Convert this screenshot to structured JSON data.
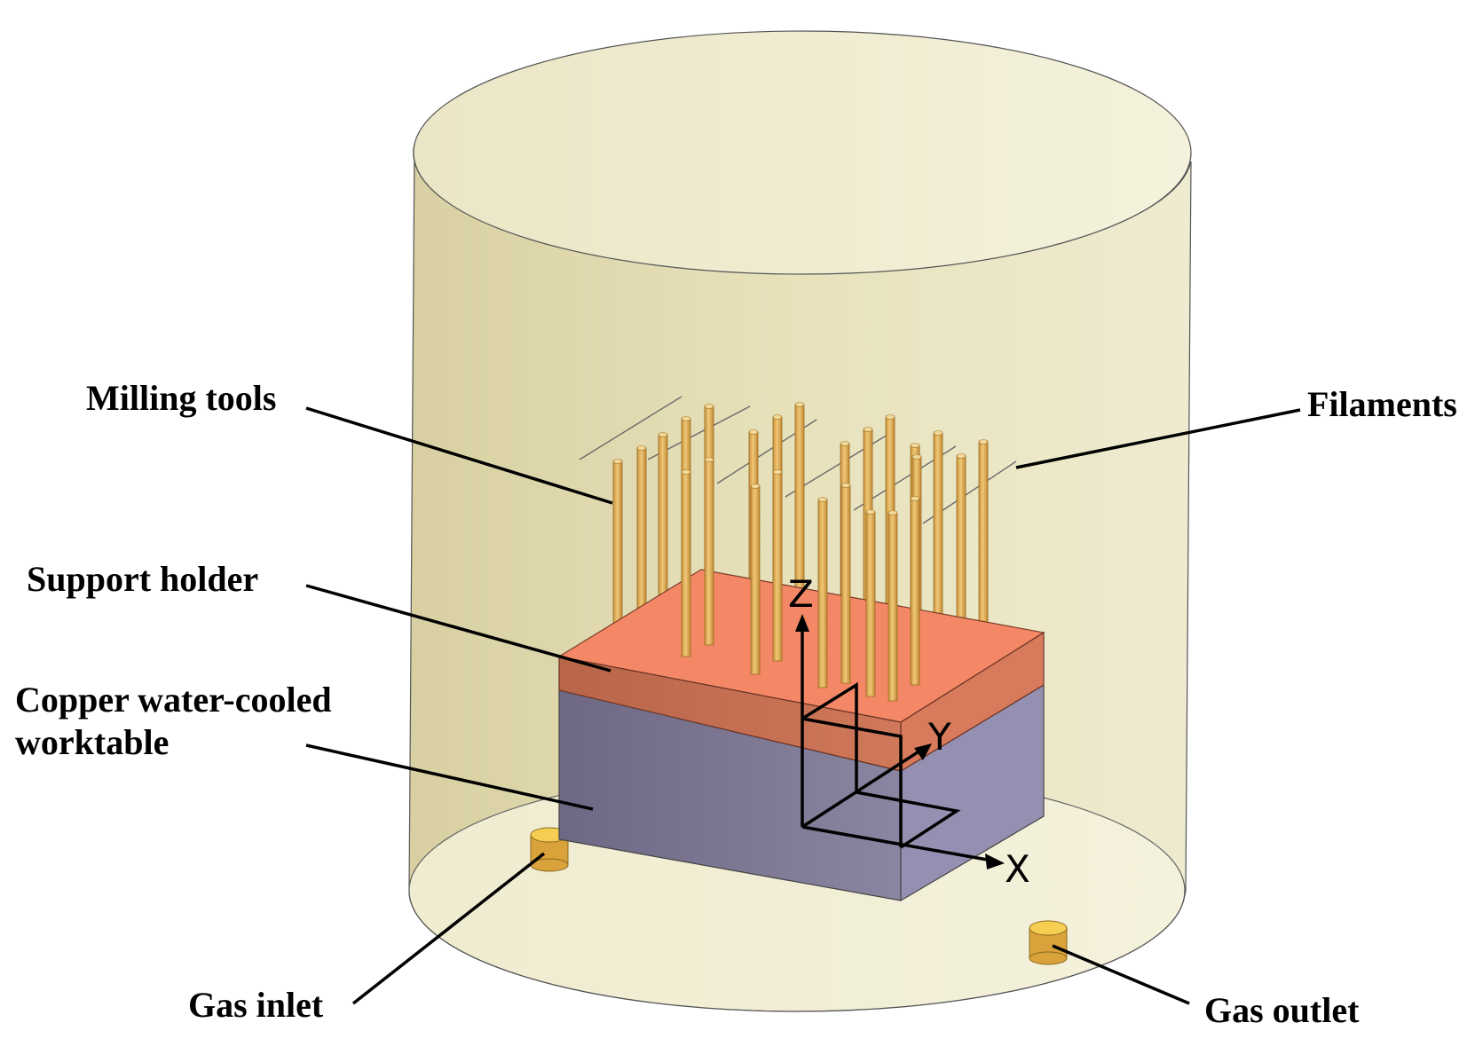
{
  "labels": {
    "milling_tools": "Milling tools",
    "filaments": "Filaments",
    "support_holder": "Support holder",
    "worktable_line1": "Copper water-cooled",
    "worktable_line2": "worktable",
    "gas_inlet": "Gas inlet",
    "gas_outlet": "Gas outlet"
  },
  "axes": {
    "x": "X",
    "y": "Y",
    "z": "Z"
  },
  "colors": {
    "chamber": "#e6e0b8",
    "chamber_top": "#f1eed2",
    "support_top": "#f48866",
    "support_side": "#c46a4e",
    "worktable_front": "#7c7790",
    "worktable_side": "#948fb0",
    "tool": "#e2b256",
    "port": "#e7b13d"
  }
}
